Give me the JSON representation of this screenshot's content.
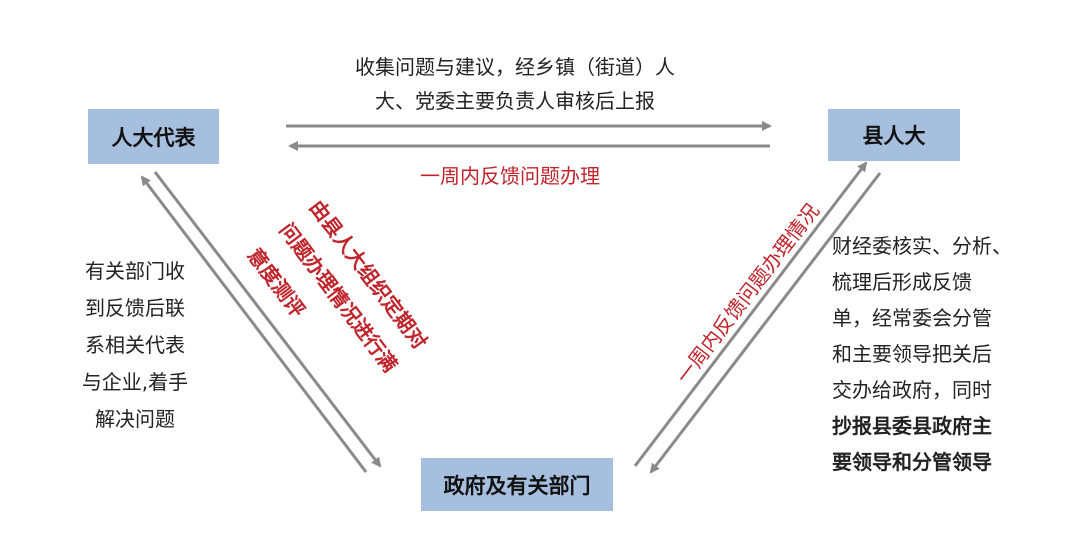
{
  "nodes": {
    "rep": "人大代表",
    "county": "县人大",
    "gov": "政府及有关部门"
  },
  "edges": {
    "top_line1": "收集问题与建议，经乡镇（街道）人",
    "top_line2": "大、党委主要负责人审核后上报",
    "feedback": "一周内反馈问题办理",
    "left_lines": [
      "有关部门收",
      "到反馈后联",
      "系相关代表",
      "与企业,着手",
      "解决问题"
    ],
    "diag_left_lines": [
      "由县人大组织定期对",
      "问题办理情况进行满",
      "意度测评"
    ],
    "diag_right": "一周内反馈问题办理情况",
    "right_lines": [
      "财经委核实、分析、",
      "梳理后形成反馈",
      "单，经常委会分管",
      "和主要领导把关后",
      "交办给政府，同时"
    ],
    "right_bold_lines": [
      "抄报县委县政府主",
      "要领导和分管领导"
    ]
  },
  "colors": {
    "node_fill": "#a6bfde",
    "arrow": "#8a8a8a",
    "accent_red": "#c0242b"
  }
}
